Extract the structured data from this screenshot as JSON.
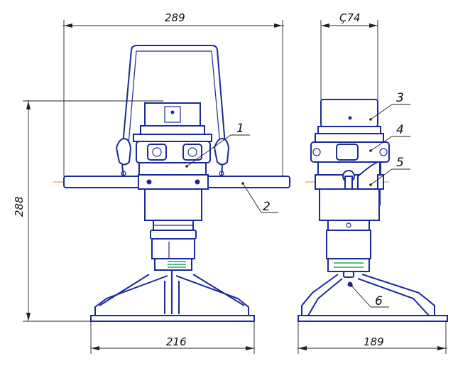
{
  "dimensions": {
    "left_width": "289",
    "right_diameter": "Ç74",
    "height": "288",
    "base_left": "216",
    "base_right": "189"
  },
  "callouts": [
    "1",
    "2",
    "3",
    "4",
    "5",
    "6"
  ]
}
